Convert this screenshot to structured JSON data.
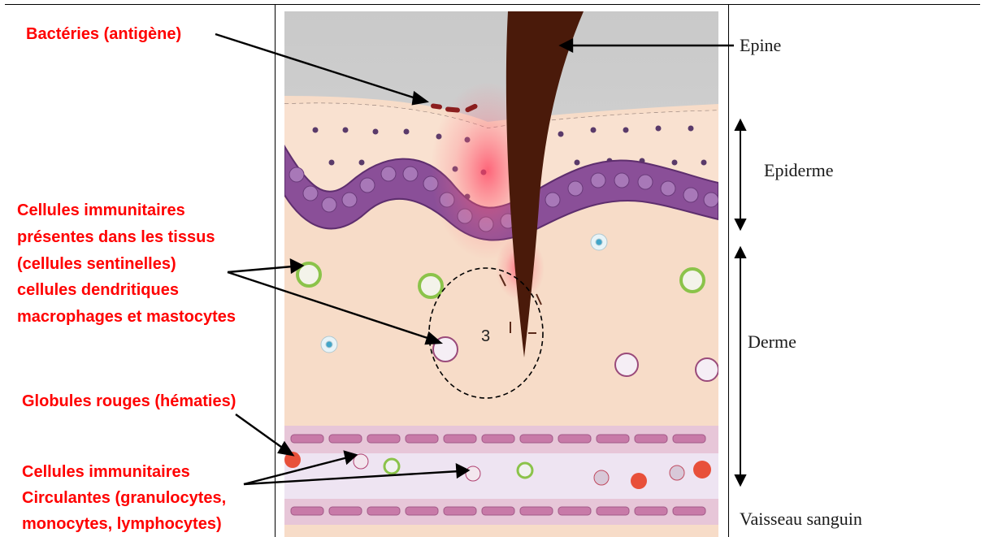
{
  "labels_left": {
    "bacteria": "Bactéries (antigène)",
    "resident_cells": [
      "Cellules immunitaires",
      "présentes dans les tissus",
      "(cellules sentinelles)",
      "cellules dendritiques",
      "macrophages et mastocytes"
    ],
    "red_cells": "Globules rouges (hématies)",
    "circulating_cells": [
      "Cellules immunitaires",
      "Circulantes (granulocytes,",
      "monocytes, lymphocytes)"
    ]
  },
  "labels_right": {
    "spine": "Epine",
    "epidermis": "Epiderme",
    "dermis": "Derme",
    "vessel": "Vaisseau sanguin"
  },
  "zone_number": "3",
  "colors": {
    "label_red": "#ff0000",
    "spine": "#4a1a0a",
    "epidermis_band": "#8a4f98",
    "skin": "#f7dcc8",
    "vessel": "#eee4f2"
  }
}
